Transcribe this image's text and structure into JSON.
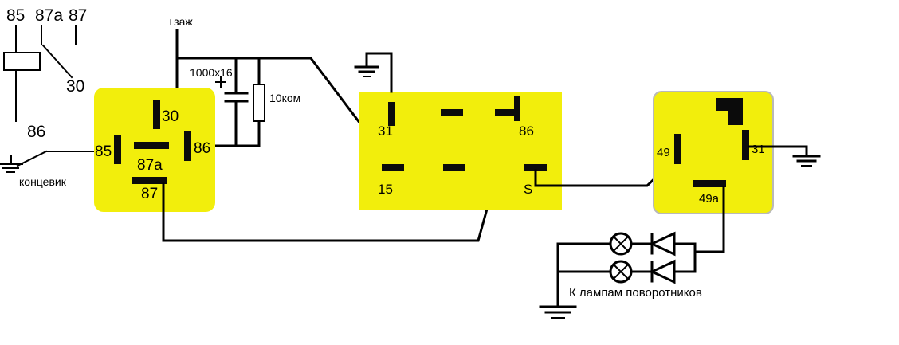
{
  "colors": {
    "relay_fill": "#f2ee0c",
    "wire": "#000000",
    "background": "#ffffff"
  },
  "mini_relay": {
    "pin85": "85",
    "pin87a": "87a",
    "pin87": "87",
    "pin30": "30",
    "pin86": "86",
    "switch_label": "концевик"
  },
  "power": {
    "ignition": "+заж",
    "capacitor": "1000x16",
    "resistor": "10ком"
  },
  "relay1": {
    "pin30": "30",
    "pin85": "85",
    "pin86": "86",
    "pin87a": "87a",
    "pin87": "87"
  },
  "relay2": {
    "pin31": "31",
    "pin86": "86",
    "pin15": "15",
    "pinS": "S"
  },
  "relay3": {
    "pin49": "49",
    "pin31": "31",
    "pin49a": "49a"
  },
  "lamps": {
    "caption": "К лампам поворотников"
  }
}
